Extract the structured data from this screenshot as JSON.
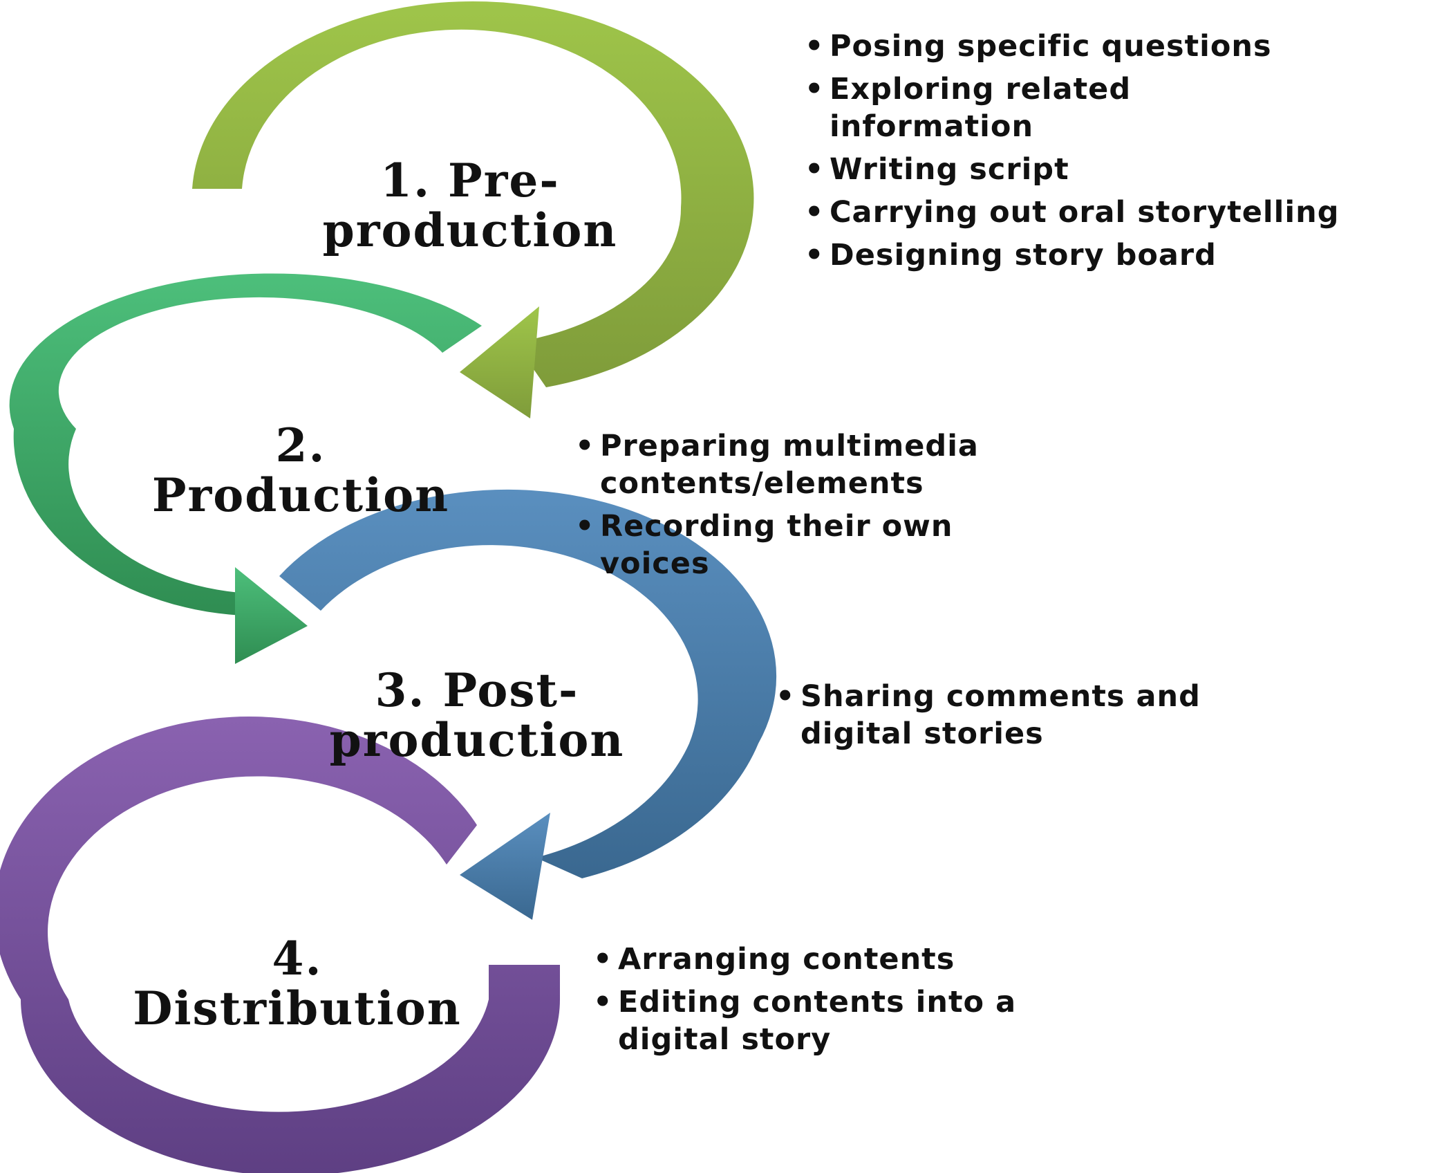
{
  "stages": [
    {
      "title_lines": [
        "1. Pre-",
        "production"
      ],
      "color_top": "#9fc54a",
      "color_bottom": "#7f9c3a",
      "bullets": [
        "Posing specific questions",
        "Exploring related information",
        "Writing script",
        "Carrying out oral storytelling",
        "Designing story board"
      ]
    },
    {
      "title_lines": [
        "2.",
        "Production"
      ],
      "color_top": "#4dbf7b",
      "color_bottom": "#2f8d52",
      "bullets": [
        "Preparing multimedia contents/elements",
        "Recording their own voices"
      ]
    },
    {
      "title_lines": [
        "3.  Post-",
        "production"
      ],
      "color_top": "#5a8fbf",
      "color_bottom": "#3a6890",
      "bullets": [
        "Sharing comments and digital stories"
      ]
    },
    {
      "title_lines": [
        "4.",
        "Distribution"
      ],
      "color_top": "#8a62b0",
      "color_bottom": "#5e3f83",
      "bullets": [
        "Arranging contents",
        "Editing contents into a digital story"
      ]
    }
  ]
}
